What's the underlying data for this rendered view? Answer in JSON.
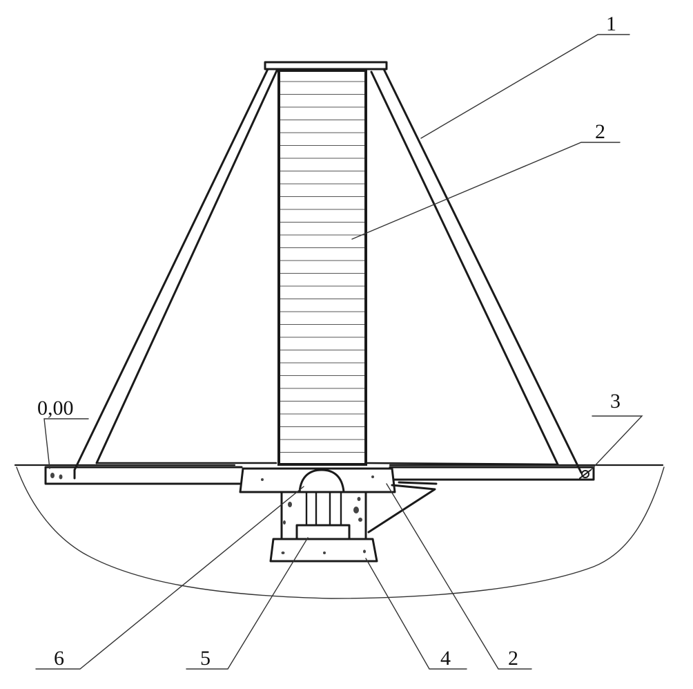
{
  "callouts": {
    "c1": "1",
    "c2_top": "2",
    "c3": "3",
    "elevation": "0,00",
    "c6": "6",
    "c5": "5",
    "c4": "4",
    "c2_bottom": "2"
  },
  "colors": {
    "ink": "#1a1a1a",
    "background": "#ffffff"
  }
}
